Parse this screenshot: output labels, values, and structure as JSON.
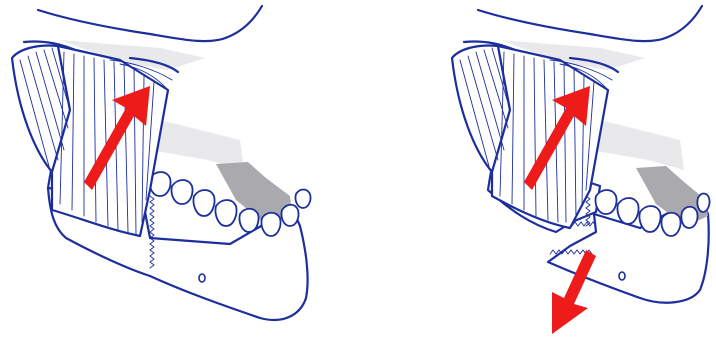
{
  "colors": {
    "ink": "#1c2f9c",
    "arrow": "#ee1b1b",
    "cavity": "#a9a9ae",
    "background": "#ffffff"
  },
  "panels": [
    {
      "name": "intact-mandible",
      "force_arrows": [
        "upward-muscle-pull"
      ]
    },
    {
      "name": "fractured-mandible",
      "force_arrows": [
        "upward-muscle-pull",
        "downward-displacement"
      ]
    }
  ]
}
